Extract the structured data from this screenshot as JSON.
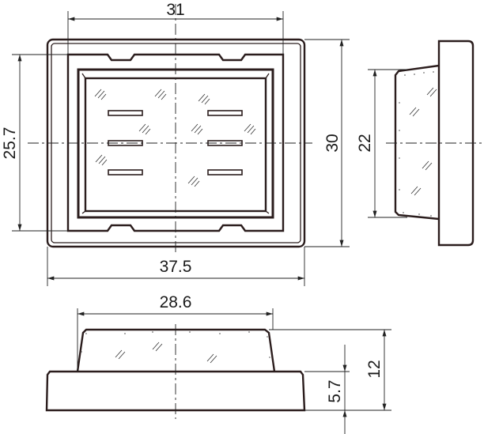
{
  "drawing": {
    "top_view": {
      "width_inner": "31",
      "height_inner": "25.7",
      "height_outer": "30",
      "width_outer": "37.5"
    },
    "side_view": {
      "window_height": "22"
    },
    "front_view": {
      "top_width": "28.6",
      "base_height": "5.7",
      "total_height": "12"
    },
    "line_color": "#2b1d1d"
  }
}
